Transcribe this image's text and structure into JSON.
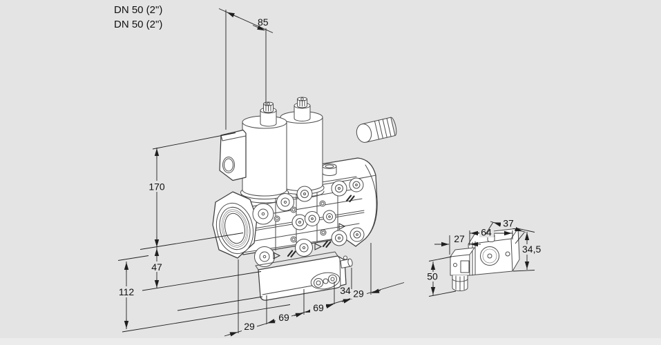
{
  "meta": {
    "background": "#e4e4e4",
    "line_color": "#4a4a4a",
    "dim_color": "#1f1f1f",
    "text_color": "#111111"
  },
  "labels": {
    "dn_line1": "DN 50 (2\")",
    "dn_line2": "DN 50 (2\")"
  },
  "dimensions": {
    "top_width": "85",
    "coil_height": "170",
    "flange_drop": "47",
    "body_height": "112",
    "chain": {
      "c1": "29",
      "c2": "69",
      "c3": "69",
      "c4": "34",
      "c5": "29"
    },
    "side": {
      "connector_depth": "27",
      "body_length": "64",
      "body_depth": "37",
      "body_height": "34,5",
      "connector_height": "50"
    }
  }
}
